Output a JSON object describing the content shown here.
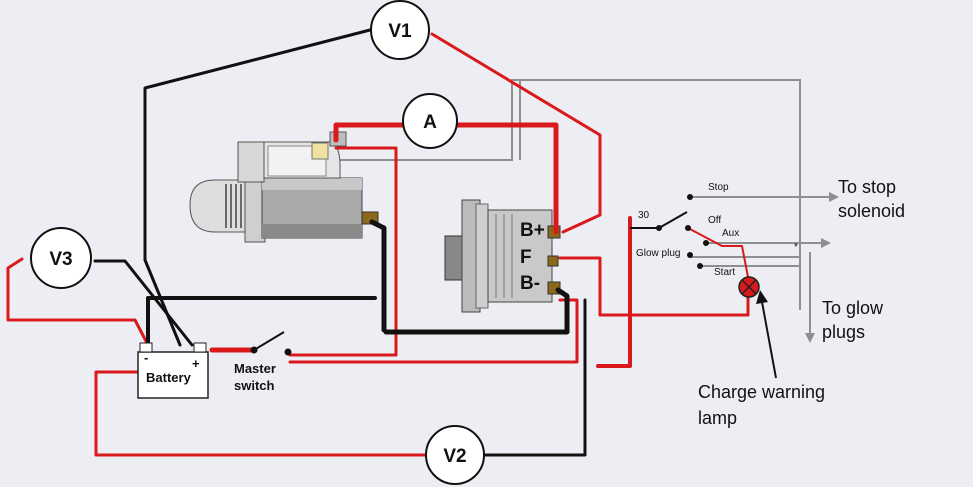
{
  "meters": {
    "v1": "V1",
    "v2": "V2",
    "v3": "V3",
    "ammeter": "A"
  },
  "alternator": {
    "b_plus": "B+",
    "field": "F",
    "b_minus": "B-"
  },
  "battery": {
    "label": "Battery",
    "pos": "+",
    "neg": "-"
  },
  "master_switch": {
    "line1": "Master",
    "line2": "switch"
  },
  "ignition_switch": {
    "terminal": "30",
    "stop": "Stop",
    "off": "Off",
    "aux": "Aux",
    "glow_plug": "Glow plug",
    "start": "Start",
    "star": "*"
  },
  "labels": {
    "stop_solenoid_1": "To stop",
    "stop_solenoid_2": "solenoid",
    "glow_plugs_1": "To glow",
    "glow_plugs_2": "plugs",
    "charge_lamp_1": "Charge warning",
    "charge_lamp_2": "lamp"
  },
  "colors": {
    "positive": "#d9191c",
    "negative": "#111111",
    "signal": "#8f8f8f"
  }
}
